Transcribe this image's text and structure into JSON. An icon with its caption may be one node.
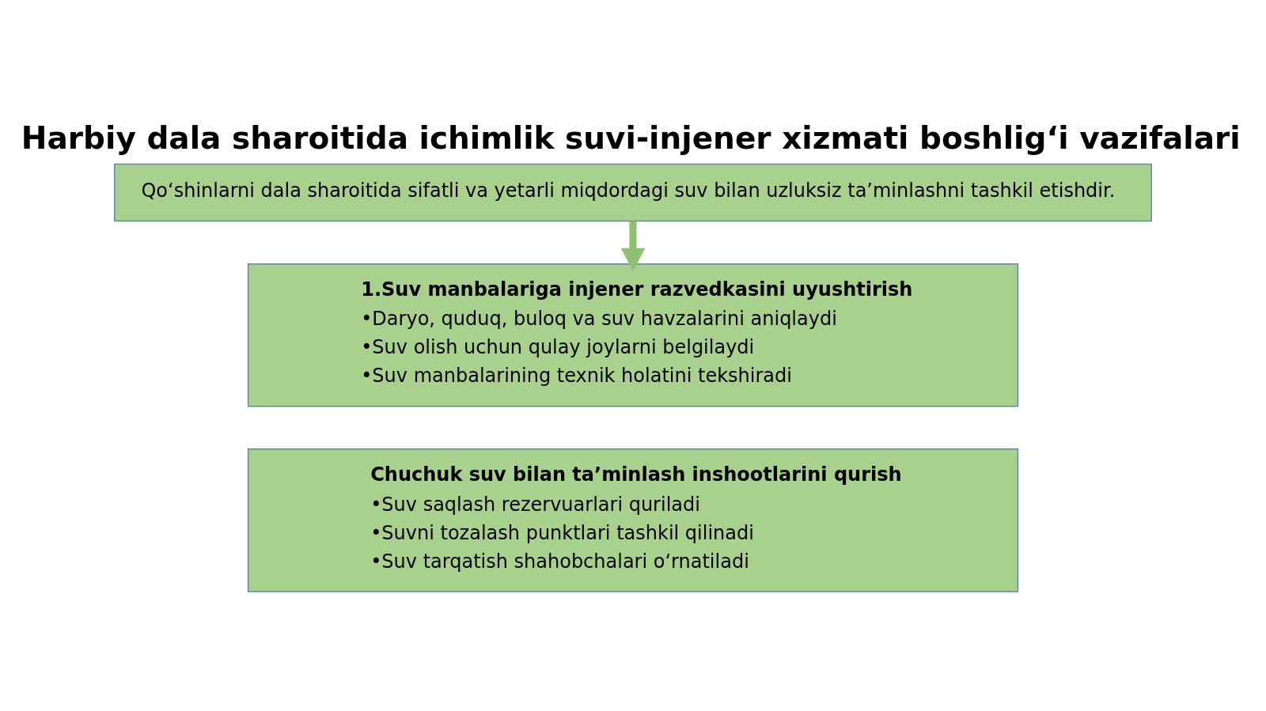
{
  "diagram": {
    "title": "Harbiy dala sharoitida ichimlik suvi-injener xizmati boshlig‘i vazifalari",
    "nodes": [
      {
        "text": [
          "Qo‘shinlarni dala sharoitida sifatli va yetarli miqdordagi suv bilan uzluksiz ta’minlashni tashkil etishdir."
        ]
      },
      {
        "text": [
          "1.Suv manbalariga injener razvedkasini uyushtirish",
          "•Daryo, quduq, buloq va suv havzalarini aniqlaydi",
          "•Suv olish uchun qulay joylarni belgilaydi",
          "•Suv manbalarining texnik holatini tekshiradi"
        ]
      },
      {
        "text": [
          "Chuchuk suv bilan ta’minlash inshootlarini qurish",
          "•Suv saqlash rezervuarlari quriladi",
          "•Suvni tozalash punktlari tashkil qilinadi",
          "•Suv tarqatish shahobchalari o‘rnatiladi"
        ]
      }
    ],
    "edges": [
      {
        "from": 0,
        "to": 1,
        "arrow": "to"
      }
    ]
  }
}
